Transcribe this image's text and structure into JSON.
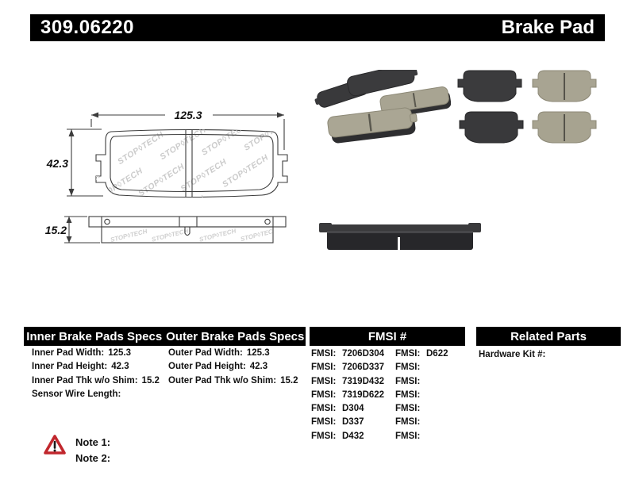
{
  "header": {
    "part_number": "309.06220",
    "product_name": "Brake Pad"
  },
  "drawing": {
    "width_label": "125.3",
    "height_label": "42.3",
    "thickness_label": "15.2",
    "watermark": "STOP◊TECH"
  },
  "tables": {
    "inner": {
      "title": "Inner Brake Pads Specs",
      "rows": [
        {
          "label": "Inner Pad Width:",
          "value": "125.3"
        },
        {
          "label": "Inner Pad Height:",
          "value": "42.3"
        },
        {
          "label": "Inner Pad Thk w/o Shim:",
          "value": "15.2"
        },
        {
          "label": "Sensor Wire Length:",
          "value": ""
        }
      ]
    },
    "outer": {
      "title": "Outer Brake Pads Specs",
      "rows": [
        {
          "label": "Outer Pad Width:",
          "value": "125.3"
        },
        {
          "label": "Outer Pad Height:",
          "value": "42.3"
        },
        {
          "label": "Outer Pad Thk w/o Shim:",
          "value": "15.2"
        }
      ]
    },
    "fmsi": {
      "title": "FMSI #",
      "prefix": "FMSI:",
      "rows": [
        {
          "left": "7206D304",
          "right": "D622"
        },
        {
          "left": "7206D337",
          "right": ""
        },
        {
          "left": "7319D432",
          "right": ""
        },
        {
          "left": "7319D622",
          "right": ""
        },
        {
          "left": "D304",
          "right": ""
        },
        {
          "left": "D337",
          "right": ""
        },
        {
          "left": "D432",
          "right": ""
        }
      ]
    },
    "related": {
      "title": "Related Parts",
      "rows": [
        {
          "label": "Hardware Kit #:",
          "value": ""
        }
      ]
    }
  },
  "notes": {
    "items": [
      "Note 1:",
      "Note 2:"
    ]
  },
  "colors": {
    "header_bg": "#000000",
    "header_text": "#ffffff",
    "warning_red": "#c1272d",
    "pad_dark": "#3a3a3c",
    "pad_tan": "#a8a492",
    "watermark_gray": "#cbcbcb"
  }
}
